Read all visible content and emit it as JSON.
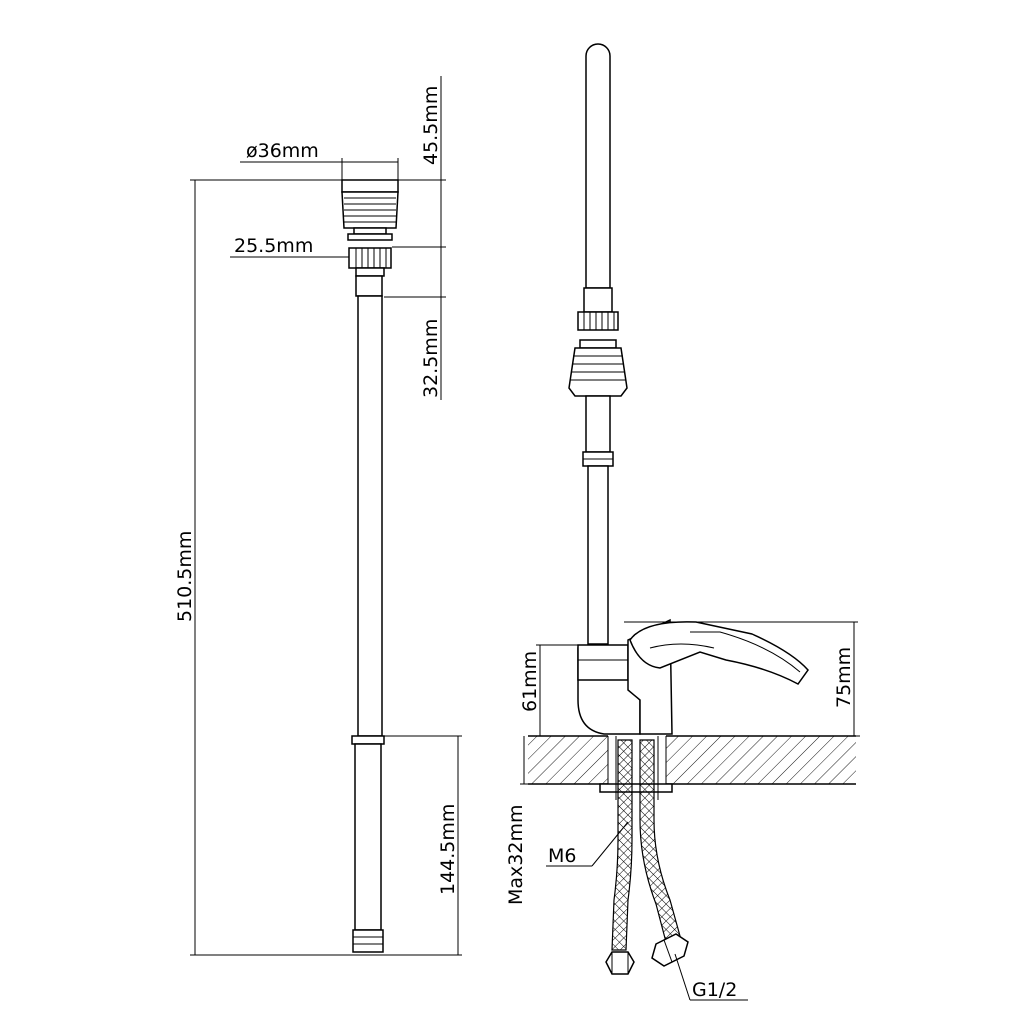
{
  "labels": {
    "d36": "ø36mm",
    "h45": "45.5mm",
    "d255": "25.5mm",
    "h325": "32.5mm",
    "h5105": "510.5mm",
    "h1445": "144.5mm",
    "h61": "61mm",
    "h75": "75mm",
    "max32": "Max32mm",
    "m6": "M6",
    "g12": "G1/2"
  }
}
